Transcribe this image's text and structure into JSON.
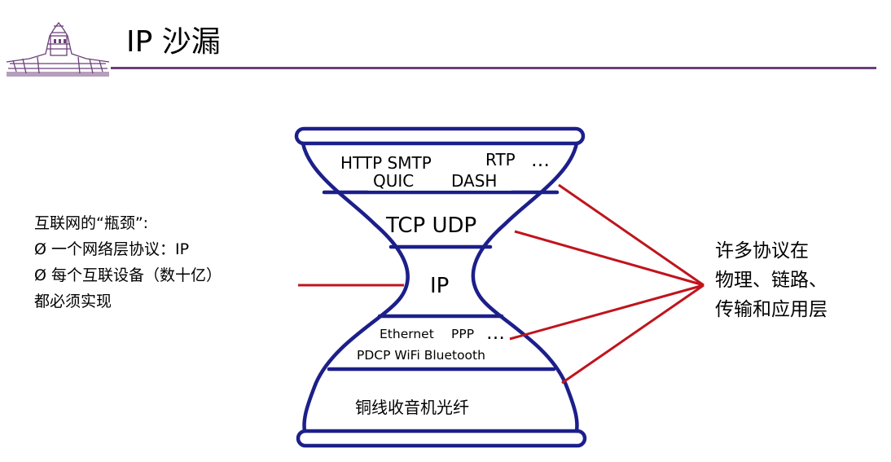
{
  "slide": {
    "title": "IP 沙漏"
  },
  "layers": {
    "application": {
      "line1": "HTTP SMTP",
      "rtp": "RTP",
      "ellipsis": "…",
      "quic": "QUIC",
      "dash": "DASH"
    },
    "transport": {
      "label": "TCP UDP"
    },
    "network": {
      "label": "IP"
    },
    "link": {
      "ethernet": "Ethernet",
      "ppp": "PPP",
      "ellipsis": "…",
      "line2": "PDCP  WiFi Bluetooth"
    },
    "physical": {
      "label": "铜线收音机光纤"
    }
  },
  "left_note": {
    "line1": "互联网的“瓶颈”:",
    "line2": "Ø 一个网络层协议：IP",
    "line3": "Ø 每个互联设备（数十亿）",
    "line4": "都必须实现"
  },
  "right_note": {
    "text": "许多协议在\n物理、链路、\n传输和应用层"
  },
  "colors": {
    "outline": "#1c1f8a",
    "arrow": "#c0141c",
    "title_rule": "#6b3f7a"
  }
}
